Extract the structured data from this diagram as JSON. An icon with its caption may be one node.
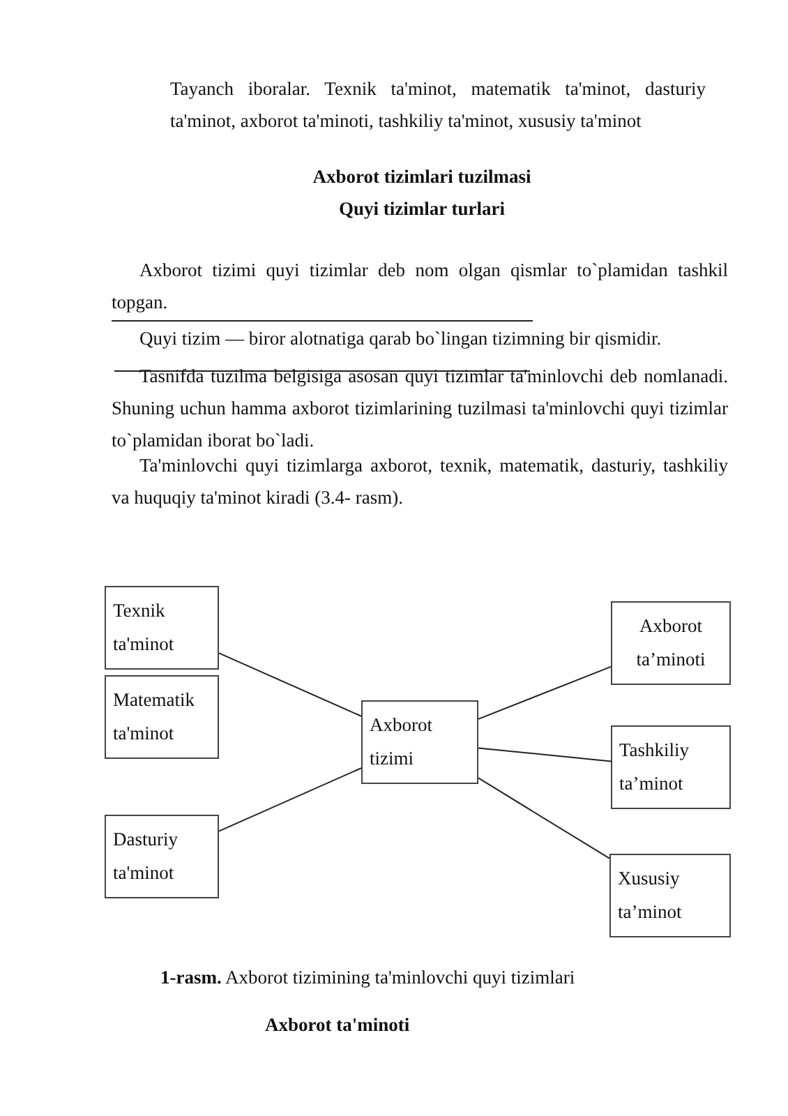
{
  "diagram": {
    "title": "Axborot tizimlari tuzilmasi",
    "caption": "**1-rasm.** Axborot tizimining ta'minlovchi quyi tizimlari",
    "nodes": [
      {
        "text": [
          "Texnik ta'minot"
        ]
      },
      {
        "text": [
          "Matematik ta'minot"
        ]
      },
      {
        "text": [
          "Dasturiy ta'minot"
        ]
      },
      {
        "text": [
          "Axborot tizimi"
        ]
      },
      {
        "text": [
          "Axborot ta’minoti"
        ]
      },
      {
        "text": [
          "Tashkiliy ta’minot"
        ]
      },
      {
        "text": [
          "Xususiy ta’minot"
        ]
      }
    ],
    "edges": [
      {
        "from": 3,
        "to": 0,
        "arrow": "none"
      },
      {
        "from": 3,
        "to": 4,
        "arrow": "none"
      },
      {
        "from": 3,
        "to": 5,
        "arrow": "none"
      },
      {
        "from": 3,
        "to": 6,
        "arrow": "none"
      },
      {
        "from": 3,
        "to": 2,
        "arrow": "none"
      }
    ],
    "labels": [
      "Tayanch iboralar. Texnik ta'minot, matematik ta'minot, dasturiy ta'minot, axborot ta'minoti, tashkiliy ta'minot, xususiy ta'minot",
      "Quyi tizimlar turlari",
      "Axborot tizimi quyi tizimlar deb nom olgan qismlar to`plamidan tashkil topgan.",
      "Quyi tizim — biror alotnatiga qarab bo`lingan tizimning bir qismidir.",
      "Tasnifda tuzilma belgisiga asosan quyi tizimlar ta'minlovchi deb nomlanadi. Shuning uchun hamma axborot tizimlarining tuzilmasi ta'minlovchi quyi tizimlar to`plamidan iborat bo`ladi.",
      "Ta'minlovchi quyi tizimlarga axborot, texnik, matematik, dasturiy, tashkiliy va huquqiy ta'minot kiradi (3.4- rasm).",
      "Axborot ta'minoti"
    ]
  }
}
